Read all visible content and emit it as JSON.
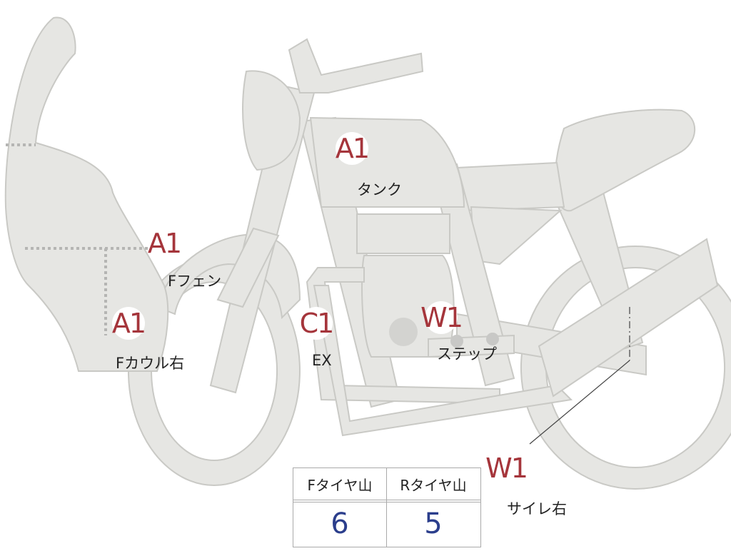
{
  "colors": {
    "body_fill": "#e6e6e3",
    "outline": "#c9c9c5",
    "marker_text": "#a5353b",
    "value_text": "#2b3e8c",
    "dotted_line": "#b5b5b3"
  },
  "markers": [
    {
      "id": "tank",
      "code": "A1",
      "label": "タンク"
    },
    {
      "id": "ffender",
      "code": "A1",
      "label": "Fフェン"
    },
    {
      "id": "fcowl",
      "code": "A1",
      "label": "Fカウル右"
    },
    {
      "id": "ex",
      "code": "C1",
      "label": "EX"
    },
    {
      "id": "step",
      "code": "W1",
      "label": "ステップ"
    },
    {
      "id": "silencer",
      "code": "W1",
      "label": "サイレ右"
    }
  ],
  "tire_table": {
    "front_header": "Fタイヤ山",
    "rear_header": "Rタイヤ山",
    "front_value": "6",
    "rear_value": "5"
  }
}
